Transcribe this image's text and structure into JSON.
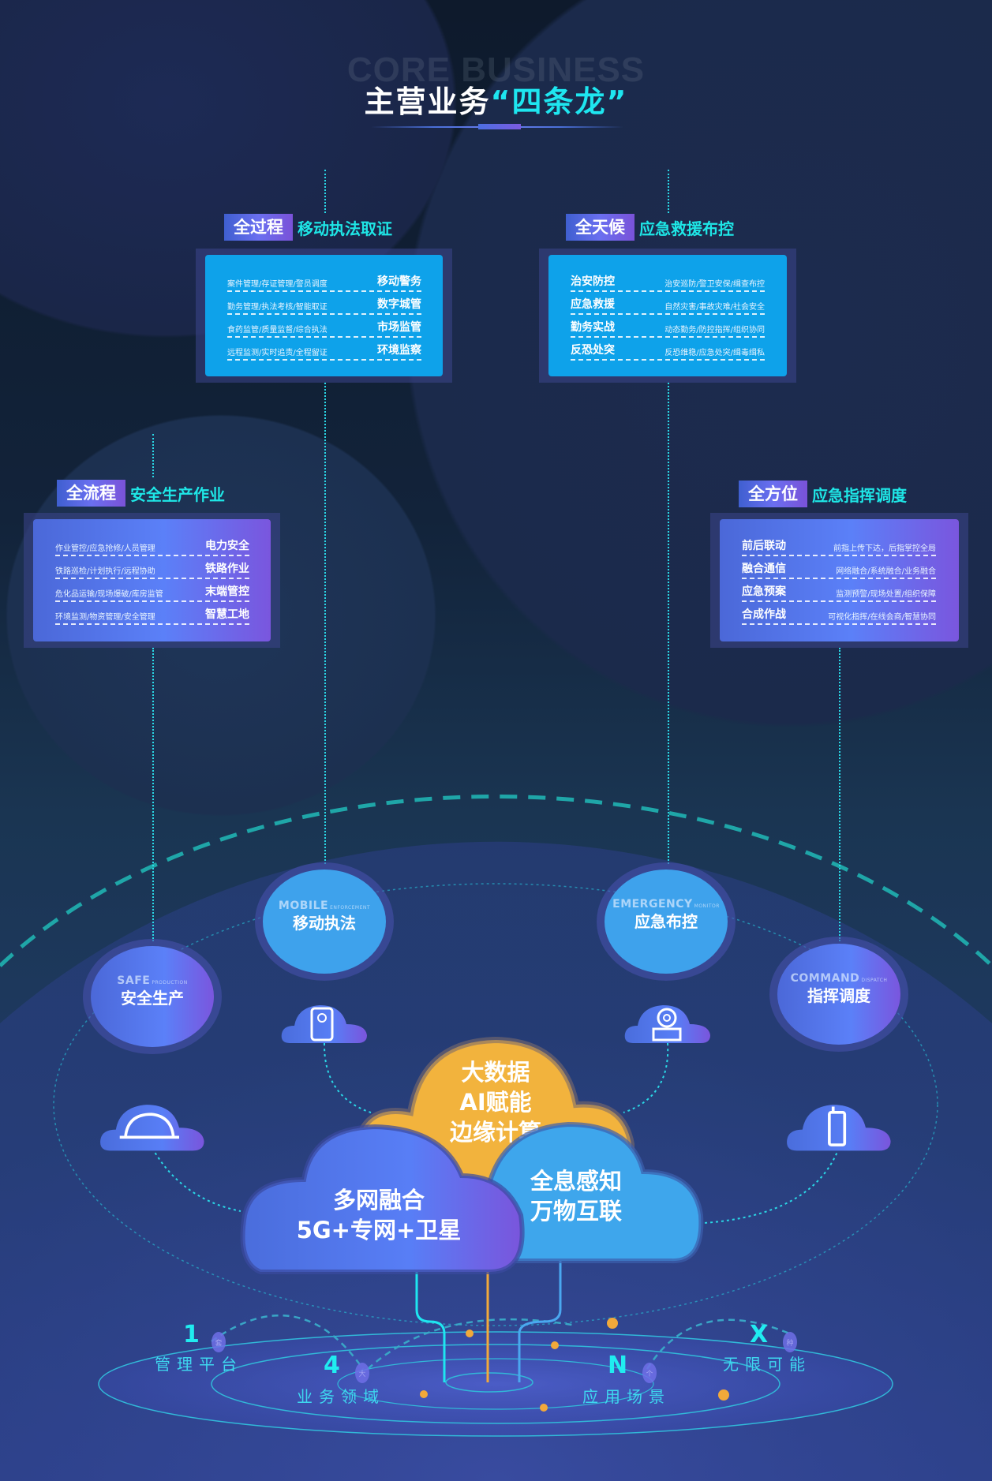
{
  "header": {
    "bg_text": "CORE BUSINESS",
    "title_main": "主营业务",
    "title_highlight": "“四条龙”"
  },
  "panels": [
    {
      "tag": "全过程",
      "subtitle": "移动执法取证",
      "rows": [
        {
          "detail": "案件管理/存证管理/警员调度",
          "key": "移动警务"
        },
        {
          "detail": "勤务管理/执法考核/智能取证",
          "key": "数字城管"
        },
        {
          "detail": "食药监管/质量监督/综合执法",
          "key": "市场监管"
        },
        {
          "detail": "远程监测/实时追责/全程留证",
          "key": "环境监察"
        }
      ]
    },
    {
      "tag": "全天候",
      "subtitle": "应急救援布控",
      "rows": [
        {
          "key": "治安防控",
          "detail": "治安巡防/警卫安保/缉查布控"
        },
        {
          "key": "应急救援",
          "detail": "自然灾害/事故灾难/社会安全"
        },
        {
          "key": "勤务实战",
          "detail": "动态勤务/防控指挥/组织协同"
        },
        {
          "key": "反恐处突",
          "detail": "反恐维稳/应急处突/缉毒缉私"
        }
      ]
    },
    {
      "tag": "全流程",
      "subtitle": "安全生产作业",
      "rows": [
        {
          "detail": "作业管控/应急抢修/人员管理",
          "key": "电力安全"
        },
        {
          "detail": "铁路巡检/计划执行/远程协助",
          "key": "铁路作业"
        },
        {
          "detail": "危化品运输/现场爆破/库房监管",
          "key": "末端管控"
        },
        {
          "detail": "环境监测/物资管理/安全管理",
          "key": "智慧工地"
        }
      ]
    },
    {
      "tag": "全方位",
      "subtitle": "应急指挥调度",
      "rows": [
        {
          "key": "前后联动",
          "detail": "前指上传下达，后指掌控全局"
        },
        {
          "key": "融合通信",
          "detail": "网络融合/系统融合/业务融合"
        },
        {
          "key": "应急预案",
          "detail": "监测预警/现场处置/组织保障"
        },
        {
          "key": "合成作战",
          "detail": "可视化指挥/在线会商/智慧协同"
        }
      ]
    }
  ],
  "bubbles": [
    {
      "en": "MOBILE",
      "en_sub": "ENFORCEMENT",
      "zh": "移动执法"
    },
    {
      "en": "EMERGENCY",
      "en_sub": "MONITOR",
      "zh": "应急布控"
    },
    {
      "en": "SAFE",
      "en_sub": "PRODUCTION",
      "zh": "安全生产"
    },
    {
      "en": "COMMAND",
      "en_sub": "DISPATCH",
      "zh": "指挥调度"
    }
  ],
  "clouds": {
    "orange": [
      "大数据",
      "AI赋能",
      "边缘计算"
    ],
    "purple": [
      "多网融合",
      "5G+专网+卫星"
    ],
    "blue": [
      "全息感知",
      "万物互联"
    ]
  },
  "base": [
    {
      "num": "1",
      "dot": "套",
      "label": "管理平台"
    },
    {
      "num": "4",
      "dot": "大",
      "label": "业务领域"
    },
    {
      "num": "N",
      "dot": "个",
      "label": "应用场景"
    },
    {
      "num": "X",
      "dot": "种",
      "label": "无限可能"
    }
  ],
  "colors": {
    "accent": "#1ee6f0",
    "panel_blue": "#0ea2ea",
    "orange": "#f2b33d"
  }
}
